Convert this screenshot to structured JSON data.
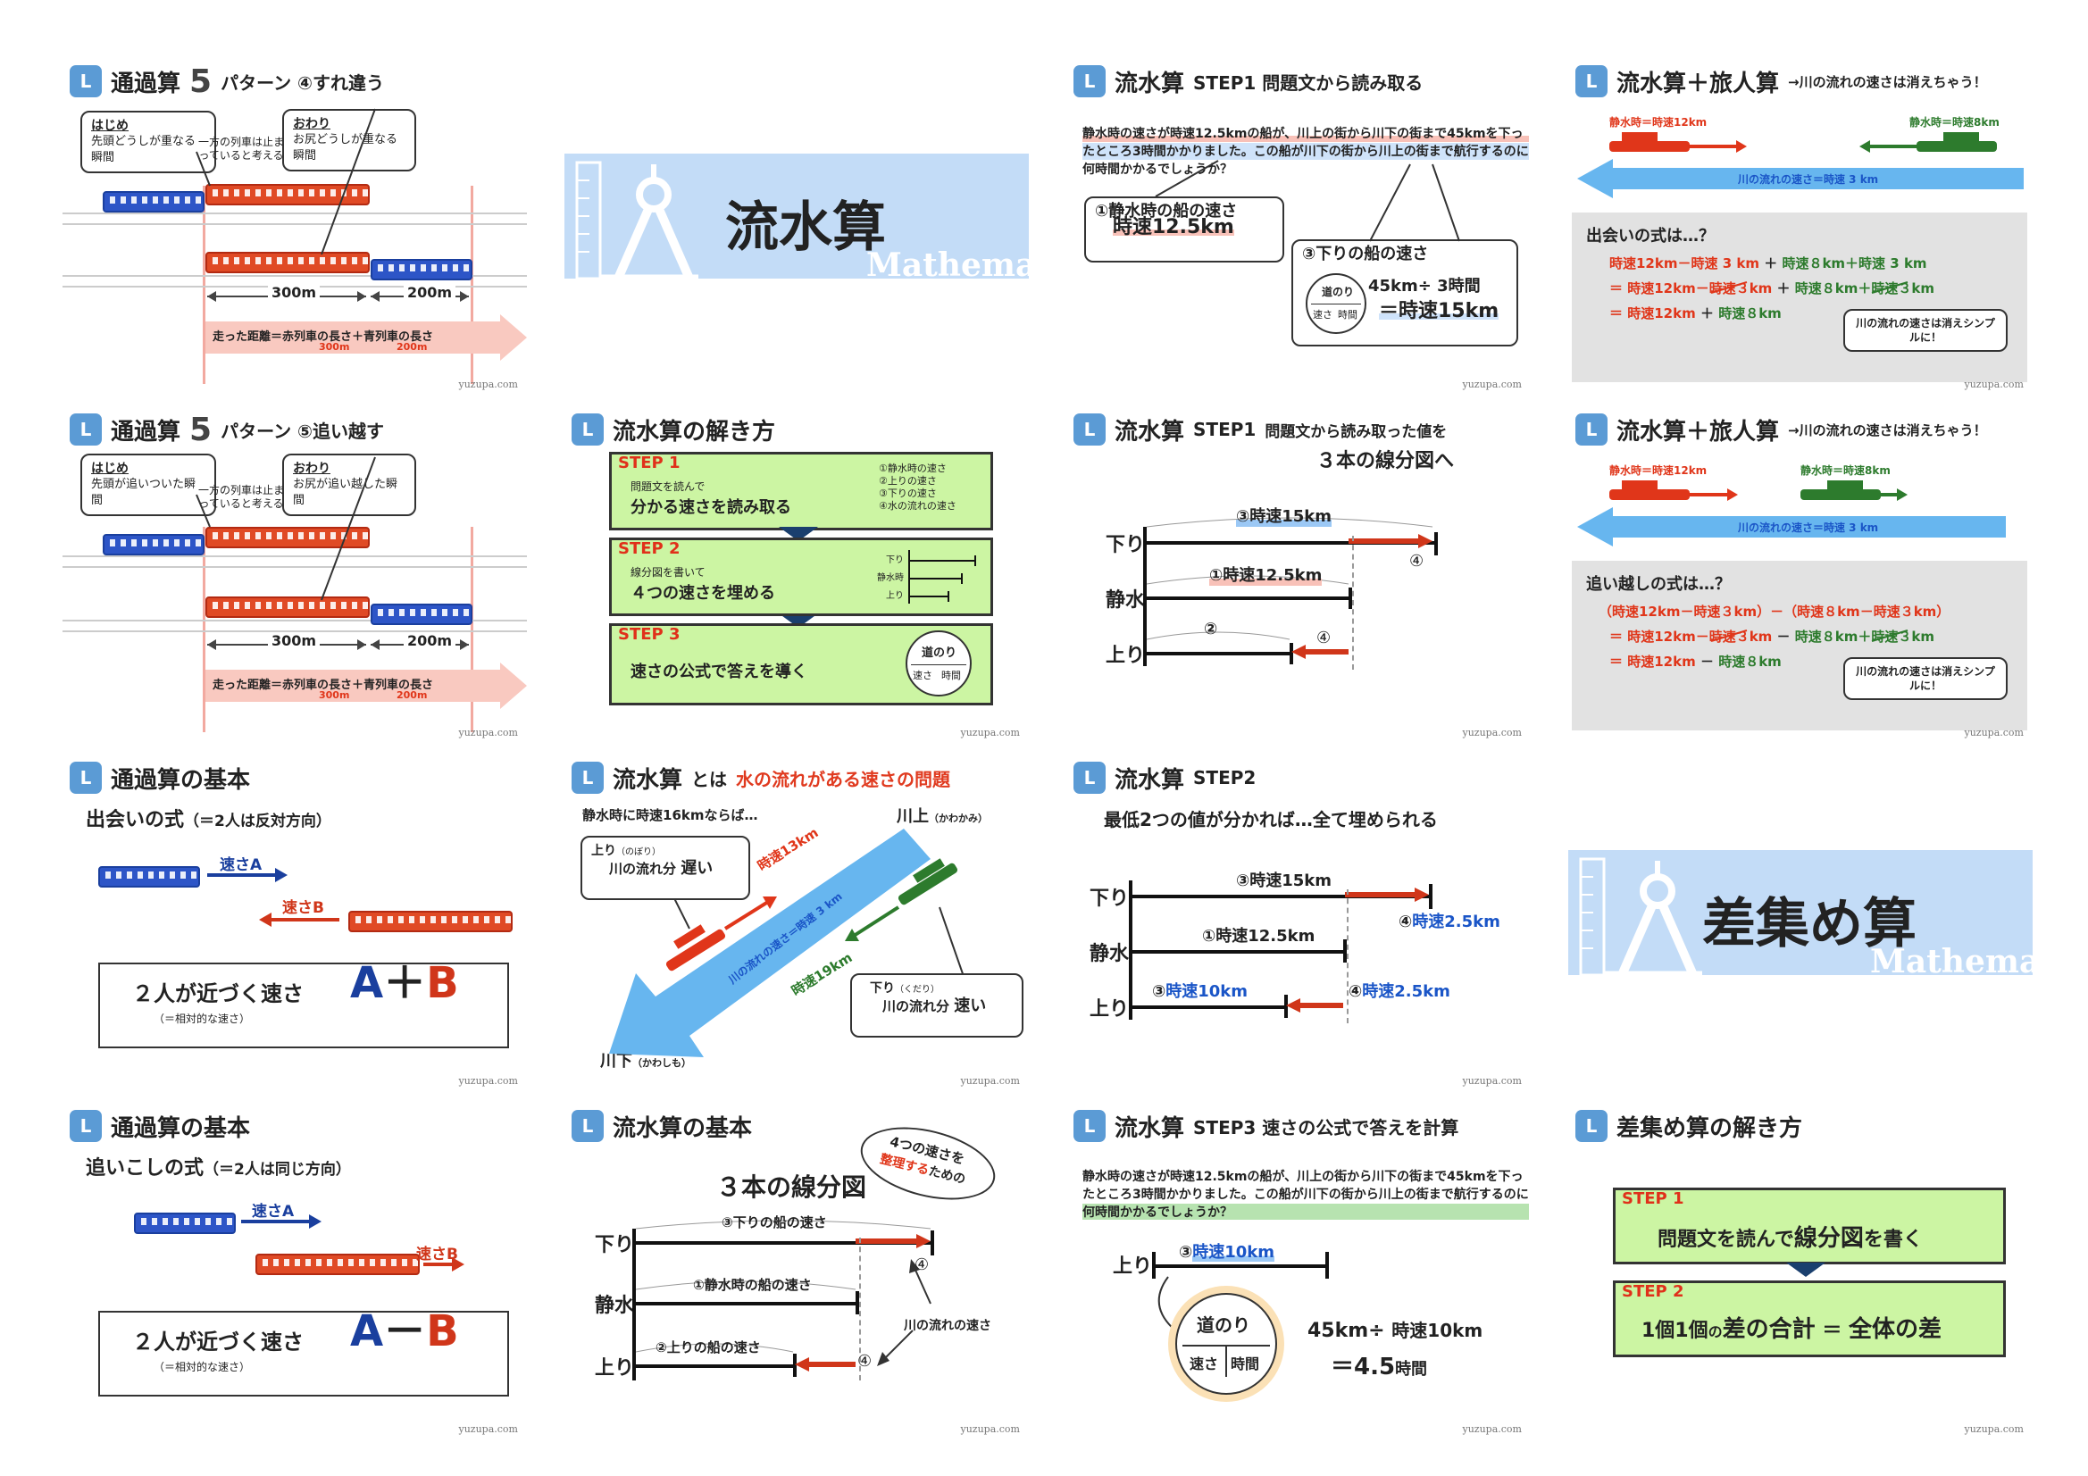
{
  "footer": "yuzupa.com",
  "c1": {
    "title_a": "通過算",
    "title_b": "5",
    "title_c": "パターン ④すれ違う",
    "box1_title": "はじめ",
    "box1_body": "先頭どうしが重なる瞬間",
    "box2_title": "おわり",
    "box2_body": "お尻どうしが重なる瞬間",
    "note": "一方の列車は止まっていると考える",
    "d1": "300m",
    "d2": "200m",
    "sum_label": "走った距離＝",
    "sum_a": "赤列車の長さ",
    "sum_plus": "＋",
    "sum_b": "青列車の長さ",
    "sum_a_val": "300m",
    "sum_b_val": "200m"
  },
  "c2": {
    "title": "流水算",
    "math": "Mathemat"
  },
  "c3": {
    "title_a": "流水算",
    "title_b": "STEP1 問題文から読み取る",
    "problem": "静水時の速さが時速12.5kmの船が、川上の街から川下の街まで45kmを下ったところ3時間かかりました。この船が川下の街から川上の街まで航行するのに何時間かかるでしょうか？",
    "b1_title": "①静水時の船の速さ",
    "b1_val": "時速12.5km",
    "b2_title": "③下りの船の速さ",
    "b2_calc": "45km÷ 3時間",
    "b2_val": "＝時速15km",
    "circ_top": "道のり",
    "circ_l": "速さ",
    "circ_r": "時間"
  },
  "c4": {
    "title_a": "流水算＋旅人算",
    "title_b": "→川の流れの速さは消えちゃう！",
    "boat_r": "静水時＝時速12km",
    "boat_g": "静水時＝時速8km",
    "river": "川の流れの速さ＝時速 3 km",
    "eq_title": "出会いの式は…？",
    "eq1_a": "時速12km－時速 3 km",
    "eq1_plus": "＋",
    "eq1_b": "時速８km＋時速 3 km",
    "eq2_a": "＝ 時速12km－時速３km",
    "eq2_plus": "＋",
    "eq2_b": "時速８km＋時速３km",
    "eq3_a": "＝ 時速12km",
    "eq3_plus": "＋",
    "eq3_b": "時速８km",
    "bubble": "川の流れの速さは消えシンプルに！"
  },
  "c5": {
    "title_a": "通過算",
    "title_b": "5",
    "title_c": "パターン ⑤追い越す",
    "box1_title": "はじめ",
    "box1_body": "先頭が追いついた瞬間",
    "box2_title": "おわり",
    "box2_body": "お尻が追い越した瞬間",
    "note": "一方の列車は止まっていると考える",
    "d1": "300m",
    "d2": "200m",
    "sum_label": "走った距離＝",
    "sum_a": "赤列車の長さ",
    "sum_plus": "＋",
    "sum_b": "青列車の長さ",
    "sum_a_val": "300m",
    "sum_b_val": "200m"
  },
  "c6": {
    "title": "流水算の解き方",
    "s1_lbl": "STEP 1",
    "s1_small": "問題文を読んで",
    "s1_big": "分かる速さを読み取る",
    "s1_list": [
      "①静水時の速さ",
      "②上りの速さ",
      "③下りの速さ",
      "④水の流れの速さ"
    ],
    "s2_lbl": "STEP 2",
    "s2_small": "線分図を書いて",
    "s2_big": "４つの速さを埋める",
    "s2_rows": [
      "下り",
      "静水時",
      "上り"
    ],
    "s3_lbl": "STEP 3",
    "s3_big": "速さの公式で答えを導く",
    "circ_top": "道のり",
    "circ_l": "速さ",
    "circ_r": "時間"
  },
  "c7": {
    "title_a": "流水算",
    "title_b": "STEP1",
    "title_c": "問題文から読み取った値を",
    "title_d": "３本の線分図へ",
    "row1": "下り",
    "row2": "静水",
    "row3": "上り",
    "lbl_top": "③時速15km",
    "lbl_mid": "①時速12.5km",
    "lbl_bot": "②",
    "n4a": "④",
    "n4b": "④"
  },
  "c8": {
    "title_a": "流水算＋旅人算",
    "title_b": "→川の流れの速さは消えちゃう！",
    "boat_r": "静水時＝時速12km",
    "boat_g": "静水時＝時速8km",
    "river": "川の流れの速さ＝時速 3 km",
    "eq_title": "追い越しの式は…？",
    "eq1": "（時速12km－時速３km）－（時速８km－時速３km）",
    "eq2_a": "＝ 時速12km－時速３km",
    "eq2_minus": "－",
    "eq2_b": "時速８km＋時速３km",
    "eq3_a": "＝ 時速12km",
    "eq3_minus": "－",
    "eq3_b": "時速８km",
    "bubble": "川の流れの速さは消えシンプルに！"
  },
  "c9": {
    "title": "通過算の基本",
    "subtitle": "出会いの式",
    "subtitle_note": "（＝2人は反対方向）",
    "speed_a": "速さA",
    "speed_b": "速さB",
    "box_text": "２人が近づく速さ",
    "box_note": "（＝相対的な速さ）",
    "formula_a": "A",
    "formula_op": "＋",
    "formula_b": "B"
  },
  "c10": {
    "title_a": "流水算",
    "title_b": "とは",
    "title_c": "水の流れがある速さの問題",
    "lead": "静水時に時速16kmならば…",
    "upstream": "川上",
    "upstream_kana": "（かわかみ）",
    "downstream": "川下",
    "downstream_kana": "（かわしも）",
    "up_box_a": "上り",
    "up_box_kana": "（のぼり）",
    "up_box_b": "川の流れ分",
    "up_box_c": "遅い",
    "down_box_a": "下り",
    "down_box_kana": "（くだり）",
    "down_box_b": "川の流れ分",
    "down_box_c": "速い",
    "v_up": "時速13km",
    "v_down": "時速19km",
    "river": "川の流れの速さ＝時速 3 km"
  },
  "c11": {
    "title_a": "流水算",
    "title_b": "STEP2",
    "subtitle": "最低2つの値が分かれば…全て埋められる",
    "row1": "下り",
    "row2": "静水",
    "row3": "上り",
    "lbl_top": "③時速15km",
    "lbl_mid": "①時速12.5km",
    "lbl_bot_n": "③",
    "lbl_bot": "時速10km",
    "n4a_n": "④",
    "n4a": "時速2.5km",
    "n4b_n": "④",
    "n4b": "時速2.5km"
  },
  "c12": {
    "title": "差集め算",
    "math": "Mathemat"
  },
  "c13": {
    "title": "通過算の基本",
    "subtitle": "追いこしの式",
    "subtitle_note": "（＝2人は同じ方向）",
    "speed_a": "速さA",
    "speed_b": "速さB",
    "box_text": "２人が近づく速さ",
    "box_note": "（＝相対的な速さ）",
    "formula_a": "A",
    "formula_op": "－",
    "formula_b": "B"
  },
  "c14": {
    "title": "流水算の基本",
    "subtitle": "３本の線分図",
    "bubble_a": "4つの速さを",
    "bubble_b": "整理する",
    "bubble_c": "ための",
    "row1": "下り",
    "row2": "静水",
    "row3": "上り",
    "lbl_top": "③下りの船の速さ",
    "lbl_mid": "①静水時の船の速さ",
    "lbl_bot": "②上りの船の速さ",
    "n4a": "④",
    "n4b": "④",
    "flow": "川の流れの速さ"
  },
  "c15": {
    "title_a": "流水算",
    "title_b": "STEP3 速さの公式で答えを計算",
    "problem": "静水時の速さが時速12.5kmの船が、川上の街から川下の街まで45kmを下ったところ3時間かかりました。この船が川下の街から川上の街まで航行するのに何時間かかるでしょうか？",
    "row": "上り",
    "lbl_n": "③",
    "lbl": "時速10km",
    "circ_top": "道のり",
    "circ_l": "速さ",
    "circ_r": "時間",
    "calc_a": "45km÷",
    "calc_b": "時速10km",
    "result": "＝4.5",
    "result_unit": "時間"
  },
  "c16": {
    "title": "差集め算の解き方",
    "s1_lbl": "STEP 1",
    "s1_text_a": "問題文を読んで",
    "s1_text_b": "線分図",
    "s1_text_c": "を書く",
    "s2_lbl": "STEP 2",
    "s2_text_a": "1個1個",
    "s2_text_b": "の",
    "s2_text_c": "差の合計",
    "s2_text_d": "＝",
    "s2_text_e": "全体の差"
  }
}
